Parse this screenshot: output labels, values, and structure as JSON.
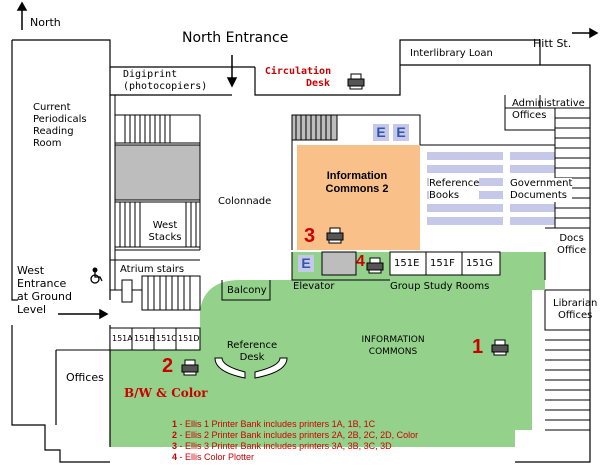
{
  "compass": {
    "north_label": "North",
    "hitt_label": "Hitt St."
  },
  "entrances": {
    "north": "North Entrance",
    "west_lines": [
      "West",
      "Entrance",
      "at Ground",
      "Level"
    ]
  },
  "rooms": {
    "digiprint_lines": [
      "Digiprint",
      "(photocopiers)"
    ],
    "circulation_lines": [
      "Circulation",
      "Desk"
    ],
    "interlibrary": "Interlibrary Loan",
    "admin_lines": [
      "Administrative",
      "Offices"
    ],
    "periodicals_lines": [
      "Current",
      "Periodicals",
      "Reading",
      "Room"
    ],
    "info_commons_2_lines": [
      "Information",
      "Commons 2"
    ],
    "reference_books_lines": [
      "Reference",
      "Books"
    ],
    "gov_docs_lines": [
      "Government",
      "Documents"
    ],
    "colonnade": "Colonnade",
    "west_stacks_lines": [
      "West",
      "Stacks"
    ],
    "docs_office_lines": [
      "Docs",
      "Office"
    ],
    "atrium": "Atrium stairs",
    "balcony": "Balcony",
    "elevator": "Elevator",
    "group_study": "Group Study Rooms",
    "librarian_lines": [
      "Librarian",
      "Offices"
    ],
    "reference_desk_lines": [
      "Reference",
      "Desk"
    ],
    "info_commons_lines": [
      "INFORMATION",
      "COMMONS"
    ],
    "offices": "Offices",
    "bw_color": "B/W & Color",
    "elevator_letter": "E"
  },
  "study_rooms": [
    "151E",
    "151F",
    "151G"
  ],
  "small_rooms": [
    "151A",
    "151B",
    "151C",
    "151D"
  ],
  "printer_numbers": {
    "p1": "1",
    "p2": "2",
    "p3": "3",
    "p4": "4"
  },
  "legend": [
    {
      "num": "1",
      "text": " - Ellis 1 Printer Bank includes printers 1A, 1B, 1C"
    },
    {
      "num": "2",
      "text": " - Ellis 2 Printer Bank includes printers 2A, 2B, 2C, 2D, Color"
    },
    {
      "num": "3",
      "text": " - Ellis 3 Printer Bank includes printers 3A, 3B, 3C, 3D"
    },
    {
      "num": "4",
      "text": " - Ellis Color Plotter"
    }
  ],
  "colors": {
    "commons_green": "#94d28c",
    "commons2_orange": "#f9c08a",
    "shelf_blue": "#c5c8e8",
    "gray_block": "#bdbdbd",
    "red_text": "#cc0000"
  }
}
